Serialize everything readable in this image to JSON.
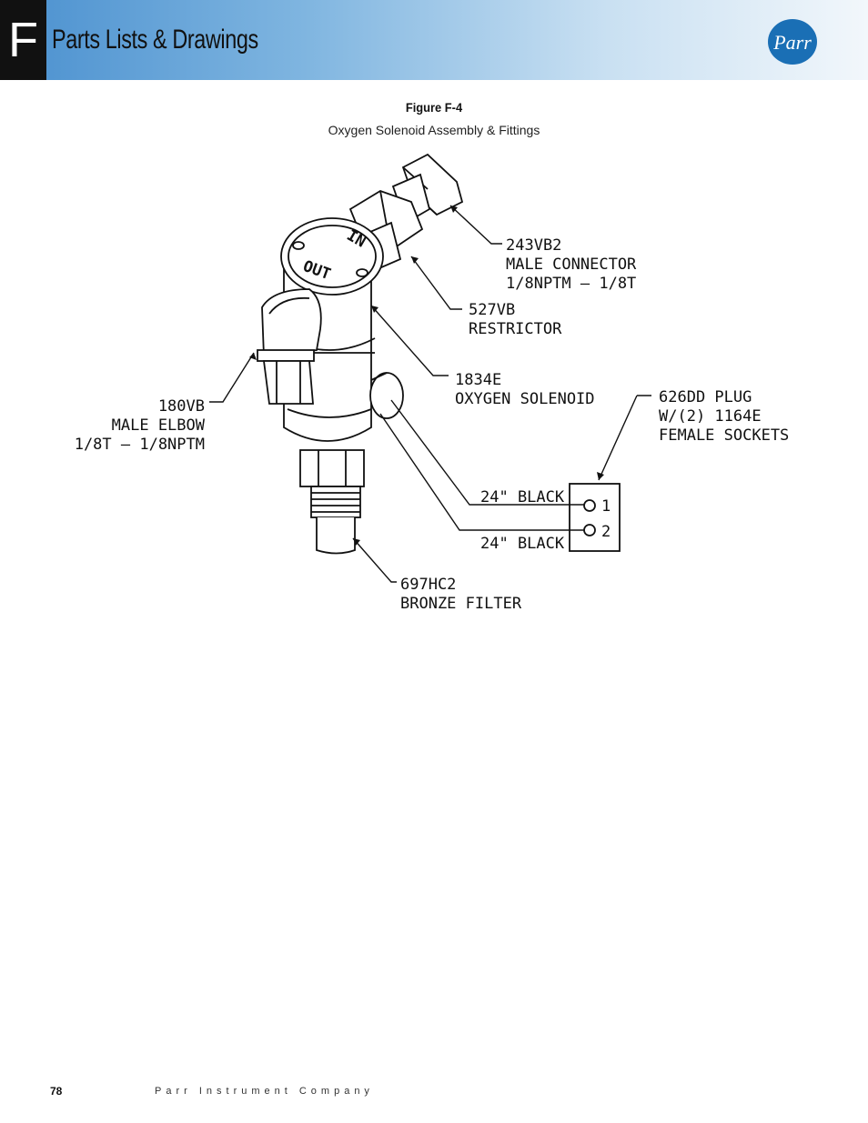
{
  "header": {
    "section_letter": "F",
    "section_title": "Parts Lists & Drawings",
    "logo_text": "Parr"
  },
  "figure": {
    "title": "Figure F-4",
    "caption": "Oxygen Solenoid Assembly & Fittings",
    "body_marks": {
      "in": "IN",
      "out": "OUT"
    },
    "labels": {
      "connector": [
        "243VB2",
        "MALE CONNECTOR",
        "1/8NPTM – 1/8T"
      ],
      "restrictor": [
        "527VB",
        "RESTRICTOR"
      ],
      "solenoid": [
        "1834E",
        "OXYGEN SOLENOID"
      ],
      "plug": [
        "626DD PLUG",
        "W/(2) 1164E",
        "FEMALE SOCKETS"
      ],
      "elbow": [
        "180VB",
        "MALE ELBOW",
        "1/8T – 1/8NPTM"
      ],
      "filter": [
        "697HC2",
        "BRONZE FILTER"
      ],
      "wire1": "24\" BLACK",
      "wire2": "24\" BLACK",
      "pin1": "1",
      "pin2": "2"
    }
  },
  "footer": {
    "page_number": "78",
    "company": "Parr Instrument Company"
  }
}
